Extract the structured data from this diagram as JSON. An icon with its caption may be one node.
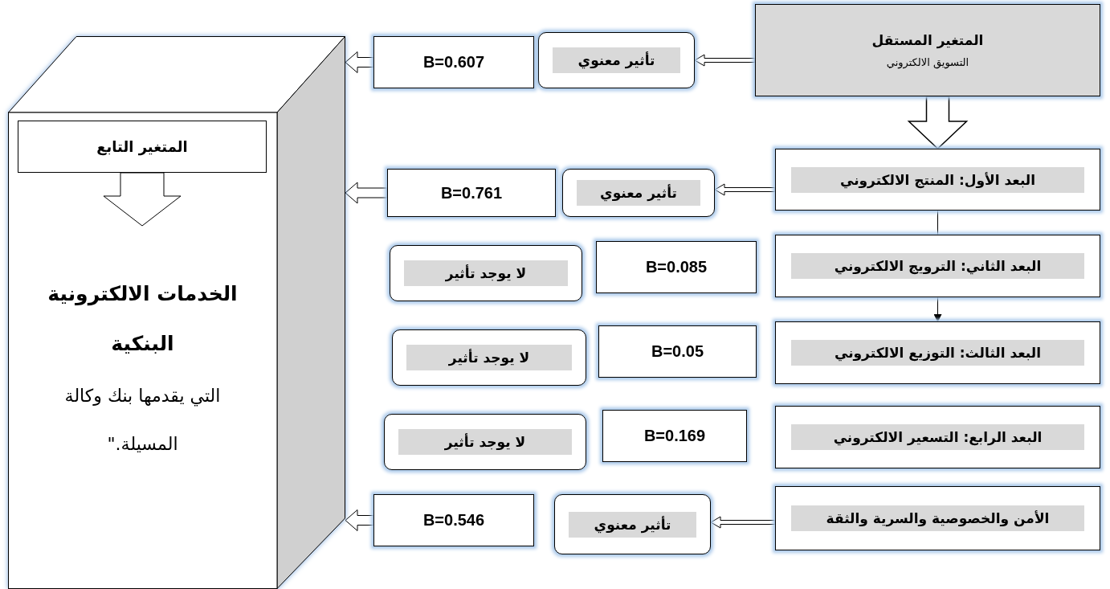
{
  "diagram": {
    "nodes": [
      {
        "text": [
          "الخدمات الالكترونية البنكية",
          "التي يقدمها بنك وكالة المسيلة.\""
        ]
      },
      {
        "text": [
          "المتغير التابع"
        ],
        "in": 0
      },
      {
        "text": [
          "المتغير المستقل",
          "التسويق الالكتروني"
        ]
      },
      {
        "text": [
          "البعد الأول: المنتج الالكتروني"
        ]
      },
      {
        "text": [
          "البعد الثاني: الترويج الالكتروني"
        ]
      },
      {
        "text": [
          "البعد الثالث: التوزيع الالكتروني"
        ]
      },
      {
        "text": [
          "البعد الرابع: التسعير الالكتروني"
        ]
      },
      {
        "text": [
          "الأمن والخصوصية والسرية والثقة"
        ]
      },
      {
        "text": [
          "تأثير معنوي"
        ]
      },
      {
        "text": [
          "B=0.607"
        ]
      },
      {
        "text": [
          "تأثير معنوي"
        ]
      },
      {
        "text": [
          "B=0.761"
        ]
      },
      {
        "text": [
          "B=0.085"
        ]
      },
      {
        "text": [
          "لا يوجد تأثير"
        ]
      },
      {
        "text": [
          "B=0.05"
        ]
      },
      {
        "text": [
          "لا يوجد تأثير"
        ]
      },
      {
        "text": [
          "B=0.169"
        ]
      },
      {
        "text": [
          "لا يوجد تأثير"
        ]
      },
      {
        "text": [
          "تأثير معنوي"
        ]
      },
      {
        "text": [
          "B=0.546"
        ]
      }
    ],
    "edges": [
      {
        "from": 2,
        "to": 8,
        "arrow": "to"
      },
      {
        "from": 9,
        "to": 0,
        "arrow": "to"
      },
      {
        "from": 2,
        "to": 3,
        "arrow": "to",
        "style": "thick"
      },
      {
        "from": 3,
        "to": 10,
        "arrow": "to"
      },
      {
        "from": 11,
        "to": 0,
        "arrow": "to"
      },
      {
        "from": 3,
        "to": 4,
        "arrow": "none"
      },
      {
        "from": 4,
        "to": 5,
        "arrow": "to"
      },
      {
        "from": 7,
        "to": 18,
        "arrow": "to"
      },
      {
        "from": 19,
        "to": 0,
        "arrow": "to"
      },
      {
        "from": 1,
        "to": null,
        "arrow": "to"
      }
    ]
  }
}
